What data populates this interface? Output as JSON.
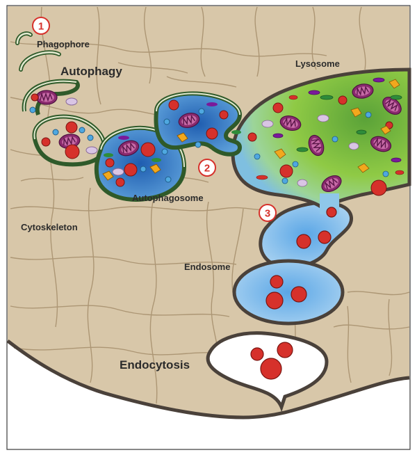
{
  "labels": {
    "phagophore": "Phagophore",
    "autophagy": "Autophagy",
    "lysosome": "Lysosome",
    "autophagosome": "Autophagosome",
    "cytoskeleton": "Cytoskeleton",
    "endosome": "Endosome",
    "endocytosis": "Endocytosis"
  },
  "steps": [
    "1",
    "2",
    "3"
  ],
  "colors": {
    "cytoplasm": "#d8c7a9",
    "membrane": "#4a413a",
    "vesicle_membrane": "#2f5a2a",
    "vesicle_fill": "#e3ead0",
    "lysosome_green": "#7cc142",
    "endosome_blue": "#7fb8e6",
    "autophagosome_blue": "#2f6fc0",
    "cargo_red": "#d6312b",
    "mitochondria": "#8a2a6e",
    "step_red": "#d6312b"
  }
}
